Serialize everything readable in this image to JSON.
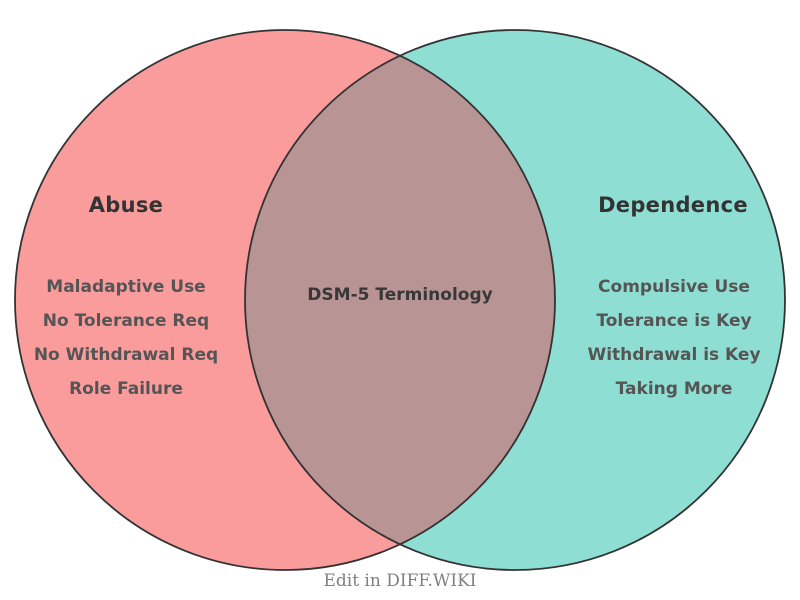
{
  "diagram": {
    "center_label": "DSM-5 Terminology",
    "left": {
      "title": "Abuse",
      "items": [
        "Maladaptive Use",
        "No Tolerance Req",
        "No Withdrawal Req",
        "Role Failure"
      ],
      "color": "#FA9C9C"
    },
    "right": {
      "title": "Dependence",
      "items": [
        "Compulsive Use",
        "Tolerance is Key",
        "Withdrawal is Key",
        "Taking More"
      ],
      "color": "#8FDED3"
    },
    "overlap_color": "#B99494",
    "outline_color": "#333333"
  },
  "footer": {
    "label": "Edit in DIFF.WIKI"
  }
}
